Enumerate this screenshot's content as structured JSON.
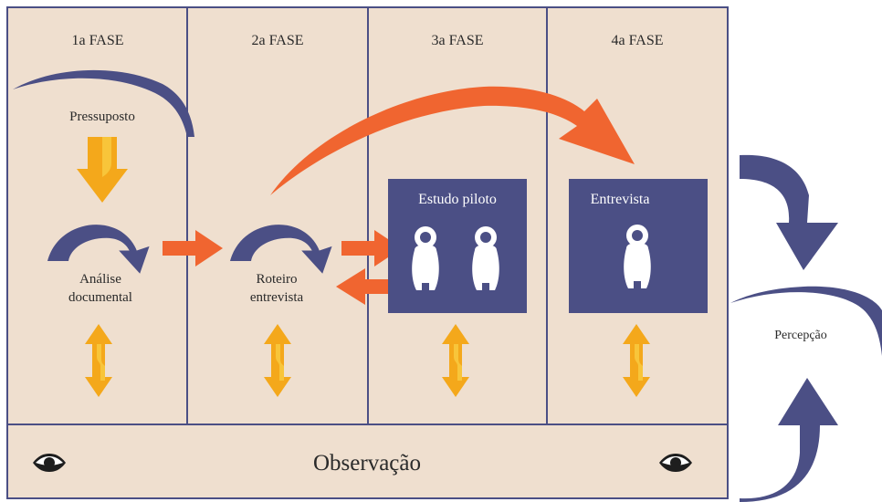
{
  "phases": [
    {
      "title": "1a FASE"
    },
    {
      "title": "2a FASE"
    },
    {
      "title": "3a FASE"
    },
    {
      "title": "4a FASE"
    }
  ],
  "labels": {
    "pressuposto": "Pressuposto",
    "analise_line1": "Análise",
    "analise_line2": "documental",
    "roteiro_line1": "Roteiro",
    "roteiro_line2": "entrevista",
    "estudo_piloto": "Estudo piloto",
    "entrevista": "Entrevista",
    "percepcao": "Percepção",
    "observacao": "Observação"
  },
  "colors": {
    "panel": "#efdfcf",
    "border": "#4b4f85",
    "navy": "#4b4f85",
    "orange": "#f06530",
    "gold": "#f4a81b",
    "gold_light": "#f8c53a",
    "text": "#2a2a2a"
  },
  "icons": [
    "person-icon",
    "eye-icon",
    "curved-arrow-icon",
    "double-arrow-icon"
  ]
}
